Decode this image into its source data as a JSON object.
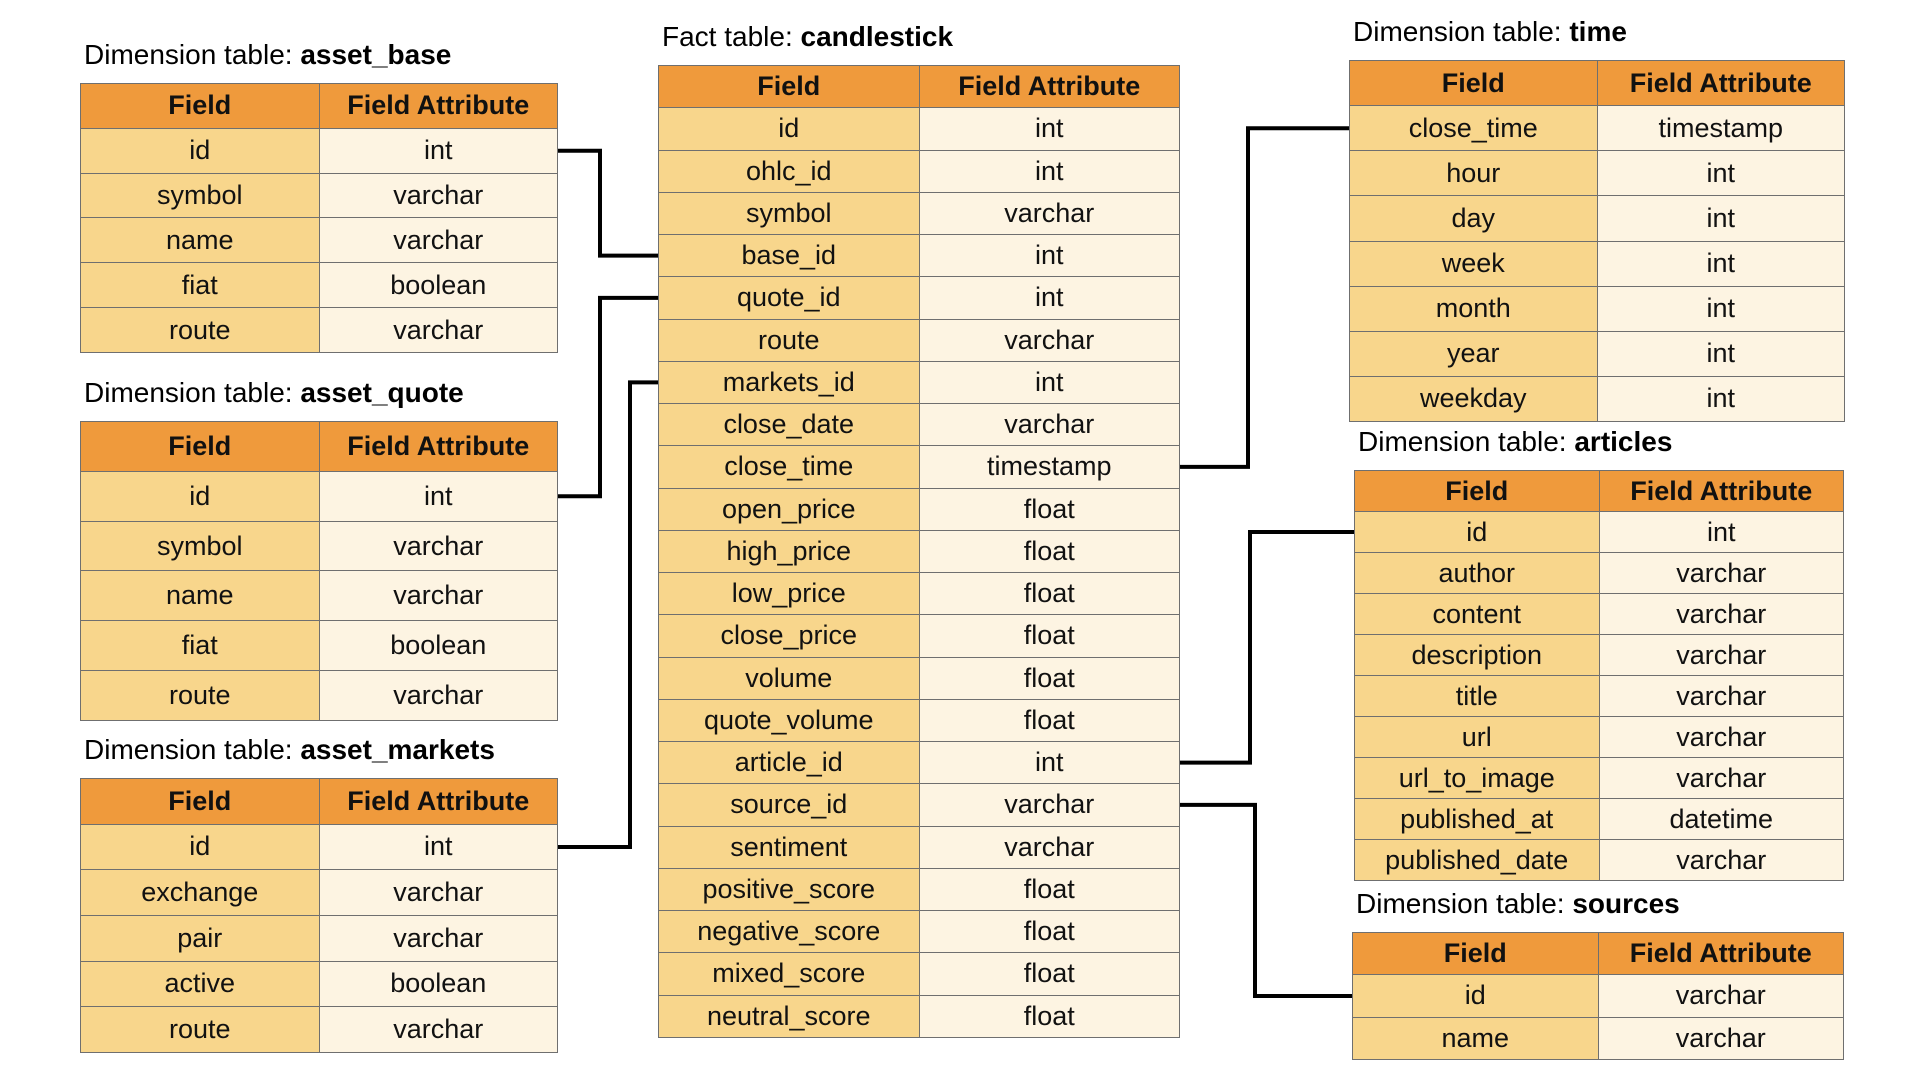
{
  "header_field": "Field",
  "header_attr": "Field Attribute",
  "tables": [
    {
      "key": "asset_base",
      "prefix": "Dimension table: ",
      "name": "asset_base",
      "rows": [
        [
          "id",
          "int"
        ],
        [
          "symbol",
          "varchar"
        ],
        [
          "name",
          "varchar"
        ],
        [
          "fiat",
          "boolean"
        ],
        [
          "route",
          "varchar"
        ]
      ]
    },
    {
      "key": "asset_quote",
      "prefix": "Dimension table: ",
      "name": "asset_quote",
      "rows": [
        [
          "id",
          "int"
        ],
        [
          "symbol",
          "varchar"
        ],
        [
          "name",
          "varchar"
        ],
        [
          "fiat",
          "boolean"
        ],
        [
          "route",
          "varchar"
        ]
      ]
    },
    {
      "key": "asset_markets",
      "prefix": "Dimension table: ",
      "name": "asset_markets",
      "rows": [
        [
          "id",
          "int"
        ],
        [
          "exchange",
          "varchar"
        ],
        [
          "pair",
          "varchar"
        ],
        [
          "active",
          "boolean"
        ],
        [
          "route",
          "varchar"
        ]
      ]
    },
    {
      "key": "candlestick",
      "prefix": "Fact table: ",
      "name": "candlestick",
      "rows": [
        [
          "id",
          "int"
        ],
        [
          "ohlc_id",
          "int"
        ],
        [
          "symbol",
          "varchar"
        ],
        [
          "base_id",
          "int"
        ],
        [
          "quote_id",
          "int"
        ],
        [
          "route",
          "varchar"
        ],
        [
          "markets_id",
          "int"
        ],
        [
          "close_date",
          "varchar"
        ],
        [
          "close_time",
          "timestamp"
        ],
        [
          "open_price",
          "float"
        ],
        [
          "high_price",
          "float"
        ],
        [
          "low_price",
          "float"
        ],
        [
          "close_price",
          "float"
        ],
        [
          "volume",
          "float"
        ],
        [
          "quote_volume",
          "float"
        ],
        [
          "article_id",
          "int"
        ],
        [
          "source_id",
          "varchar"
        ],
        [
          "sentiment",
          "varchar"
        ],
        [
          "positive_score",
          "float"
        ],
        [
          "negative_score",
          "float"
        ],
        [
          "mixed_score",
          "float"
        ],
        [
          "neutral_score",
          "float"
        ]
      ]
    },
    {
      "key": "time",
      "prefix": "Dimension table: ",
      "name": "time",
      "rows": [
        [
          "close_time",
          "timestamp"
        ],
        [
          "hour",
          "int"
        ],
        [
          "day",
          "int"
        ],
        [
          "week",
          "int"
        ],
        [
          "month",
          "int"
        ],
        [
          "year",
          "int"
        ],
        [
          "weekday",
          "int"
        ]
      ]
    },
    {
      "key": "articles",
      "prefix": "Dimension table: ",
      "name": "articles",
      "rows": [
        [
          "id",
          "int"
        ],
        [
          "author",
          "varchar"
        ],
        [
          "content",
          "varchar"
        ],
        [
          "description",
          "varchar"
        ],
        [
          "title",
          "varchar"
        ],
        [
          "url",
          "varchar"
        ],
        [
          "url_to_image",
          "varchar"
        ],
        [
          "published_at",
          "datetime"
        ],
        [
          "published_date",
          "varchar"
        ]
      ]
    },
    {
      "key": "sources",
      "prefix": "Dimension table: ",
      "name": "sources",
      "rows": [
        [
          "id",
          "varchar"
        ],
        [
          "name",
          "varchar"
        ]
      ]
    }
  ],
  "relationships": [
    {
      "from": "asset_base.id",
      "to": "candlestick.base_id"
    },
    {
      "from": "asset_quote.id",
      "to": "candlestick.quote_id"
    },
    {
      "from": "asset_markets.id",
      "to": "candlestick.markets_id"
    },
    {
      "from": "candlestick.close_time",
      "to": "time.close_time"
    },
    {
      "from": "candlestick.article_id",
      "to": "articles.id"
    },
    {
      "from": "candlestick.source_id",
      "to": "sources.id"
    }
  ],
  "colors": {
    "header": "#ef9a3c",
    "field_cell": "#f8d68c",
    "attribute_cell": "#fdf4e2",
    "border": "#6f6f6f",
    "connector": "#000000"
  }
}
